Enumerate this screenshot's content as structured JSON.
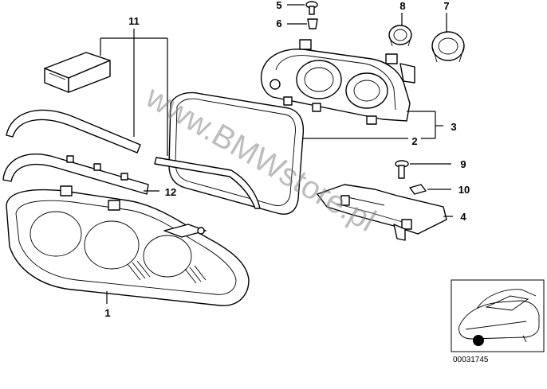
{
  "diagram": {
    "callouts": {
      "p1": "1",
      "p2": "2",
      "p3": "3",
      "p4": "4",
      "p5": "5",
      "p6": "6",
      "p7": "7",
      "p8": "8",
      "p9": "9",
      "p10": "10",
      "p11": "11",
      "p12": "12"
    },
    "watermark": "www.BMWstore.pl",
    "diagram_code": "00031745"
  }
}
